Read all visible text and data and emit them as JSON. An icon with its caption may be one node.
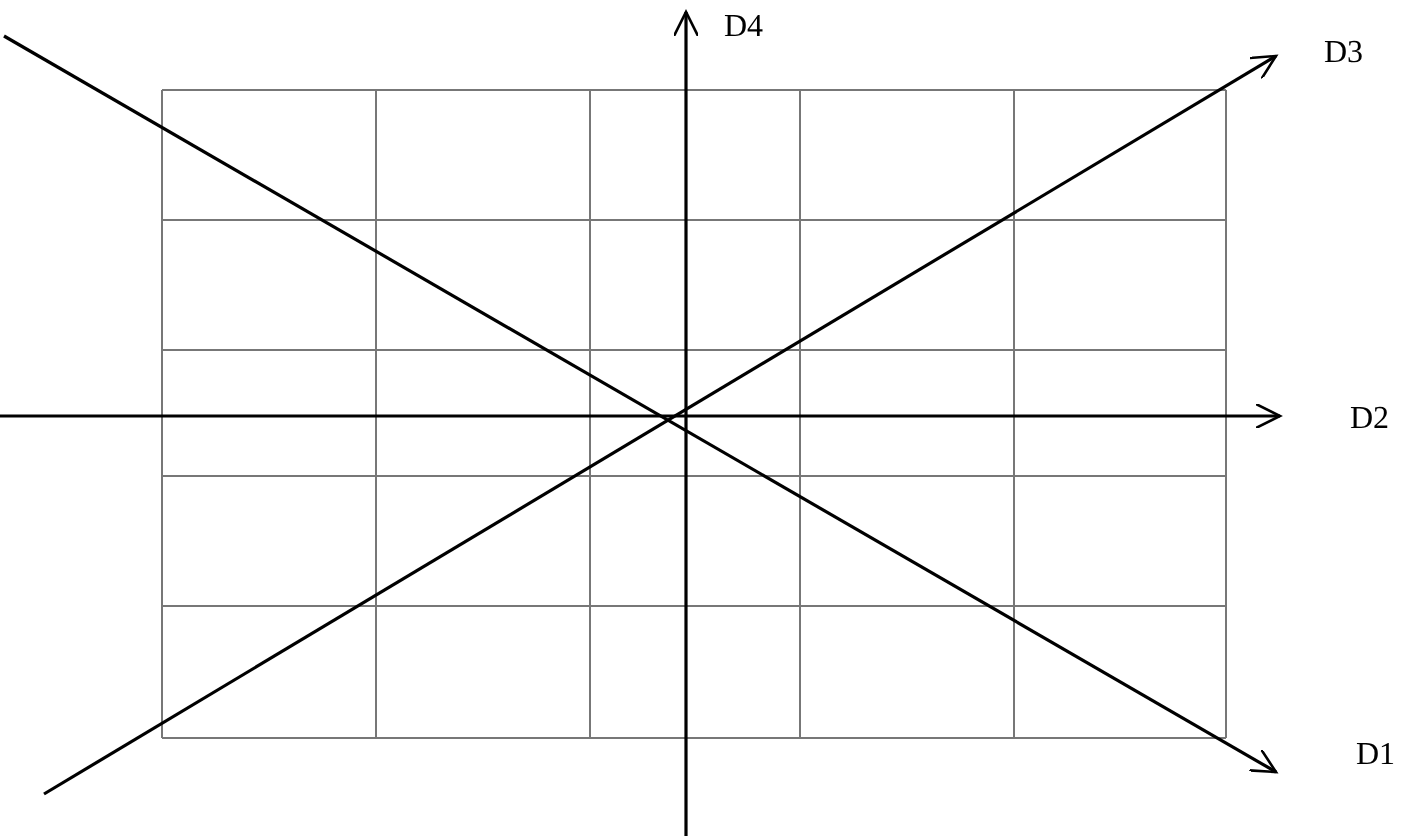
{
  "diagram": {
    "labels": [
      "D4",
      "D3",
      "D2",
      "D1"
    ]
  }
}
